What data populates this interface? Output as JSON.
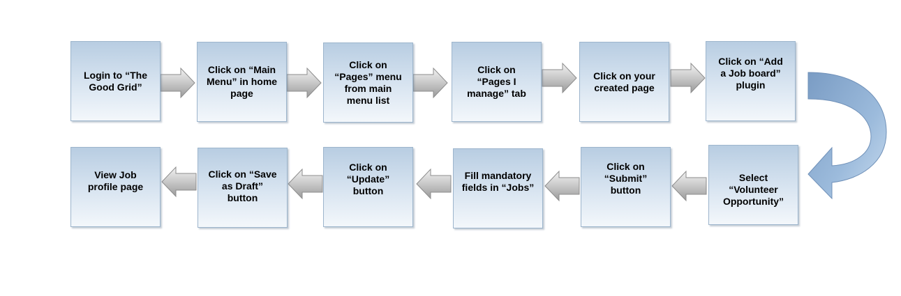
{
  "steps": [
    "Login to “The\nGood Grid”",
    "Click on “Main\nMenu” in home\npage",
    "Click on\n“Pages” menu\nfrom main\nmenu list",
    "Click on\n“Pages I\nmanage” tab",
    "Click on your\ncreated page",
    "Click on “Add\na Job board”\nplugin",
    "Select\n“Volunteer\nOpportunity”",
    "Click on\n“Submit”\nbutton",
    "Fill mandatory\nfields in “Jobs”",
    "Click on\n“Update”\nbutton",
    "Click on “Save\nas Draft”\nbutton",
    "View Job\nprofile page"
  ],
  "colors": {
    "box_border": "#9db5cc",
    "box_top": "#b8cde2",
    "box_bottom": "#f3f7fb",
    "arrow_fill": "#d8d8d8",
    "arrow_stroke": "#8c8c8c",
    "curve_fill": "#8aaccf"
  }
}
